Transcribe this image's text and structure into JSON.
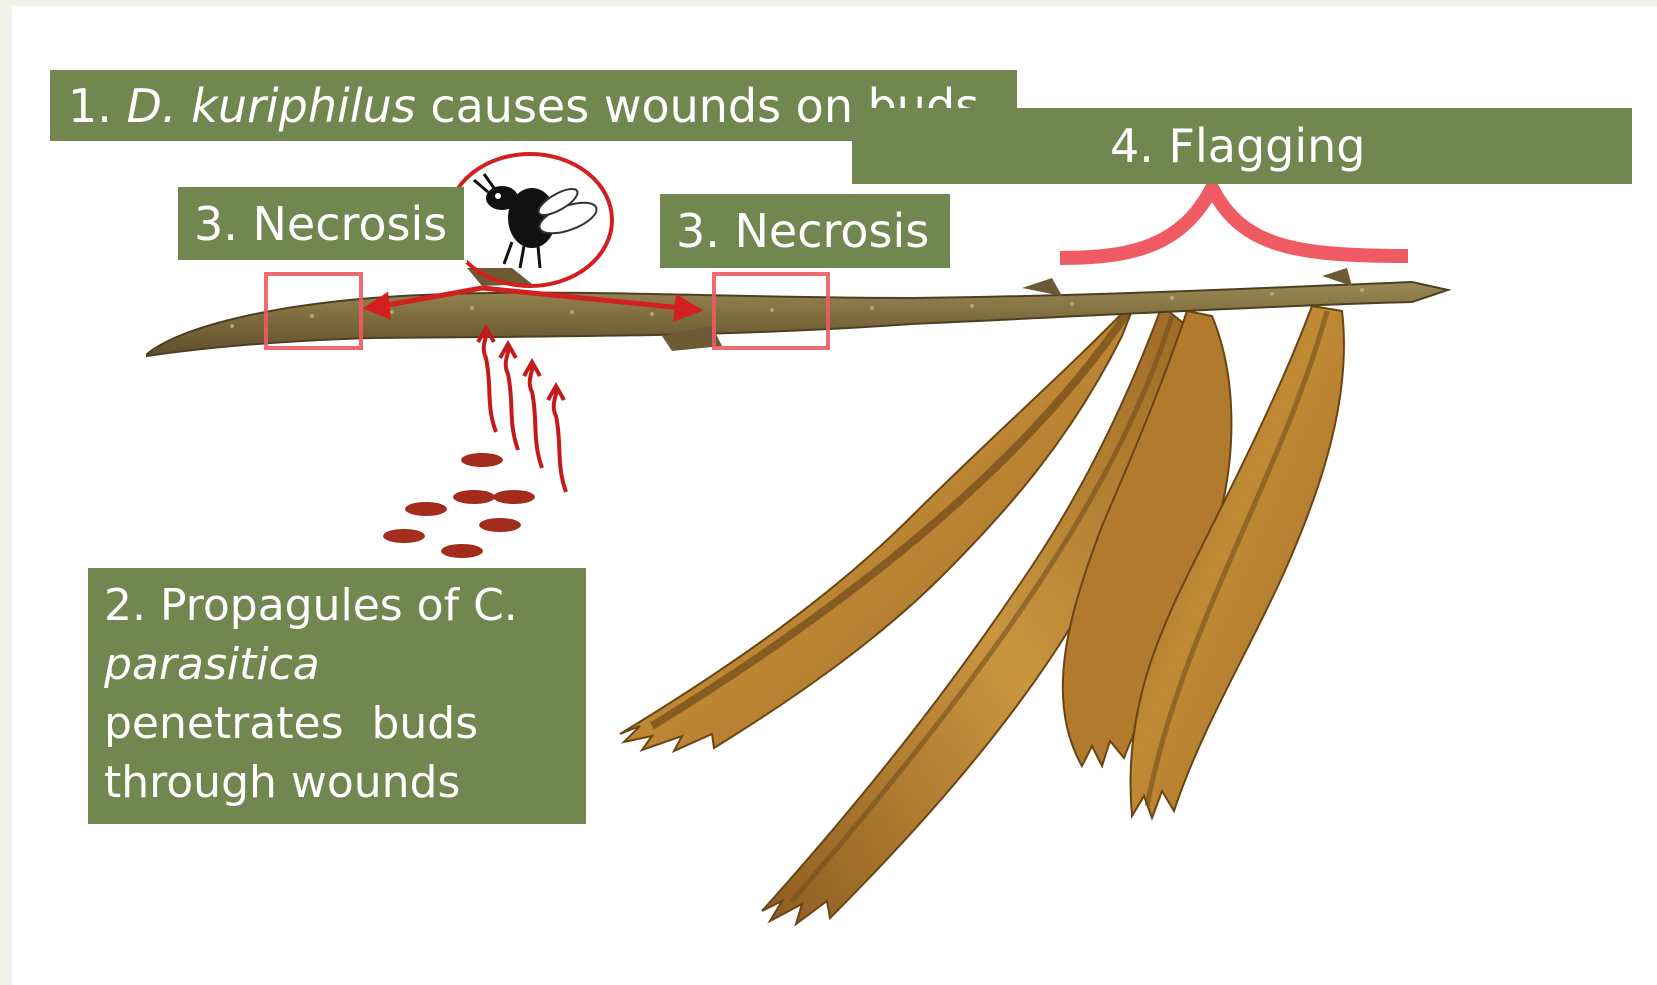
{
  "labels": {
    "step1": {
      "number": "1.",
      "species": "D. kuriphilus",
      "text": "causes wounds on buds"
    },
    "step2": {
      "line1": "2. Propagules of C.",
      "line2_italic": "parasitica",
      "line3": "penetrates  buds",
      "line4": "through wounds"
    },
    "step3_left": "3. Necrosis",
    "step3_right": "3. Necrosis",
    "step4": "4. Flagging"
  },
  "colors": {
    "label_background": "#708750",
    "label_text": "#ffffff",
    "arrow_red": "#d31f1f",
    "highlight_pink": "#f05a63",
    "spore_brown": "#a32c1c",
    "twig_brown": "#7d6b3e",
    "leaf_brown": "#b57d2c"
  },
  "icons": {
    "insect": "gall-wasp-icon",
    "spores": "spore-icon"
  }
}
